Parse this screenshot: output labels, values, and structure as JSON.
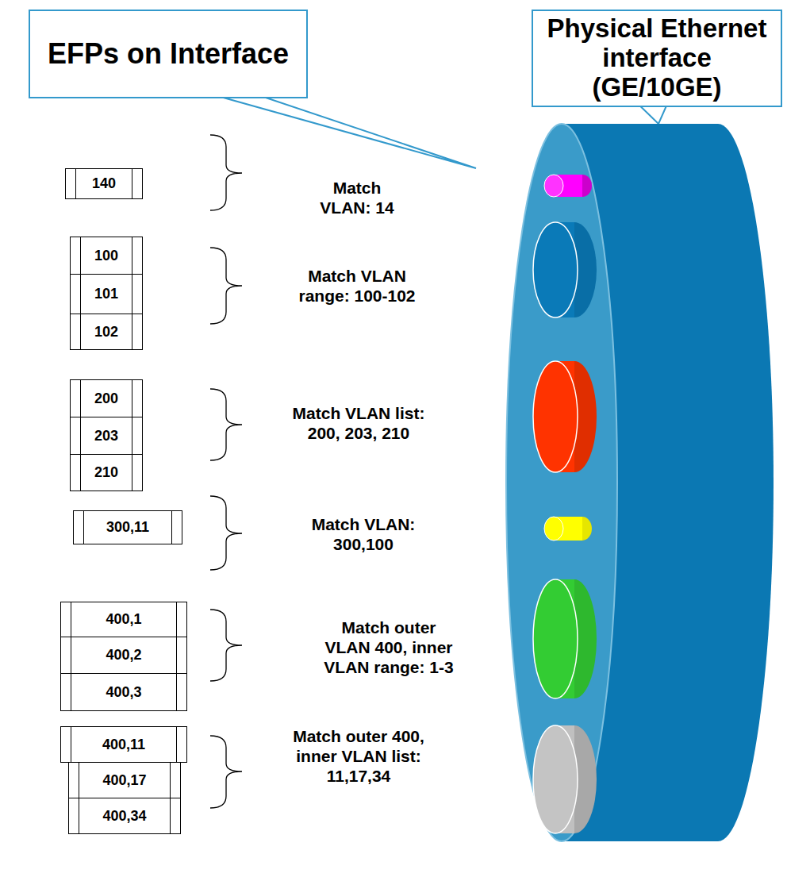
{
  "diagram": {
    "nodes": [
      {
        "text": [
          "EFPs on Interface"
        ]
      },
      {
        "text": [
          "Physical Ethernet interface (GE/10GE)"
        ]
      },
      {
        "text": [
          "140"
        ]
      },
      {
        "text": [
          "100"
        ]
      },
      {
        "text": [
          "101"
        ]
      },
      {
        "text": [
          "102"
        ]
      },
      {
        "text": [
          "200"
        ]
      },
      {
        "text": [
          "203"
        ]
      },
      {
        "text": [
          "210"
        ]
      },
      {
        "text": [
          "300,11"
        ]
      },
      {
        "text": [
          "400,1"
        ]
      },
      {
        "text": [
          "400,2"
        ]
      },
      {
        "text": [
          "400,3"
        ]
      },
      {
        "text": [
          "400,11"
        ]
      },
      {
        "text": [
          "400,17"
        ]
      },
      {
        "text": [
          "400,34"
        ]
      }
    ],
    "labels": [
      "Match VLAN: 14",
      "Match VLAN range: 100-102",
      "Match VLAN list: 200, 203, 210",
      "Match VLAN: 300,100",
      "Match outer VLAN 400, inner VLAN range: 1-3",
      "Match outer 400, inner VLAN list: 11,17,34"
    ]
  }
}
